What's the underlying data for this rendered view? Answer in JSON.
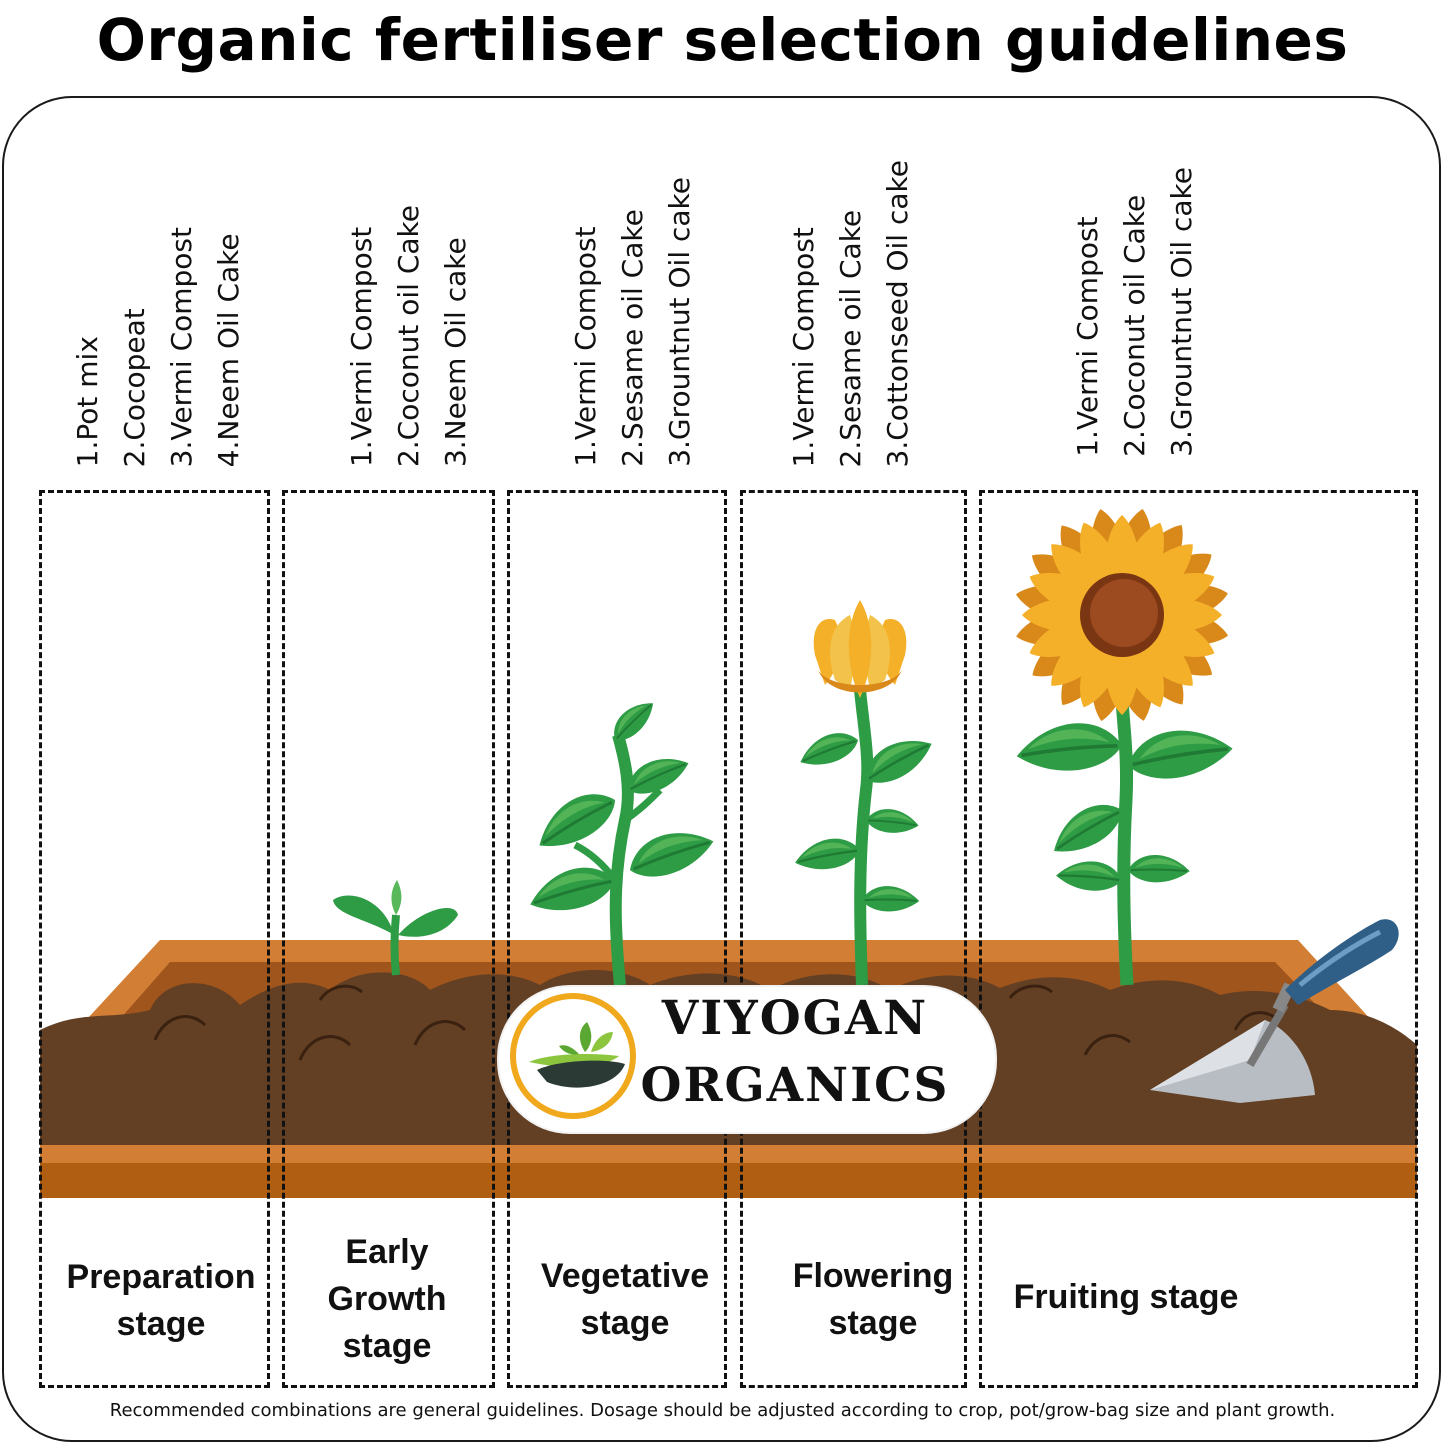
{
  "title": "Organic fertiliser selection guidelines",
  "stages": [
    {
      "label": [
        "Preparation",
        "stage"
      ],
      "fertilisers": [
        "1.Pot mix",
        "2.Cocopeat",
        "3.Vermi Compost",
        "4.Neem Oil Cake"
      ]
    },
    {
      "label": [
        "Early",
        "Growth",
        "stage"
      ],
      "fertilisers": [
        "1.Vermi Compost",
        "2.Coconut oil Cake",
        "3.Neem Oil cake"
      ]
    },
    {
      "label": [
        "Vegetative",
        "stage"
      ],
      "fertilisers": [
        "1.Vermi Compost",
        "2.Sesame oil Cake",
        "3.Grountnut Oil cake"
      ]
    },
    {
      "label": [
        "Flowering",
        "stage"
      ],
      "fertilisers": [
        "1.Vermi Compost",
        "2.Sesame oil Cake",
        "3.Cottonseed Oil cake"
      ]
    },
    {
      "label": [
        "Fruiting stage"
      ],
      "fertilisers": [
        "1.Vermi Compost",
        "2.Coconut oil Cake",
        "3.Grountnut Oil cake"
      ]
    }
  ],
  "logo": {
    "line1": "VIYOGAN",
    "line2": "ORGANICS"
  },
  "footnote": "Recommended combinations are general guidelines. Dosage should be adjusted according to crop, pot/grow-bag size and plant growth.",
  "colors": {
    "soil": "#634024",
    "soil_dark": "#4a2e16",
    "planter": "#d27f35",
    "planter_dark": "#b05f12",
    "leaf": "#2e9b45",
    "leaf_light": "#58b85a",
    "petal": "#f5b02a",
    "petal_dark": "#d8891a",
    "flower_center": "#9c4a1f",
    "logo_ring": "#f0a81c",
    "trowel_handle": "#2f5f86"
  }
}
